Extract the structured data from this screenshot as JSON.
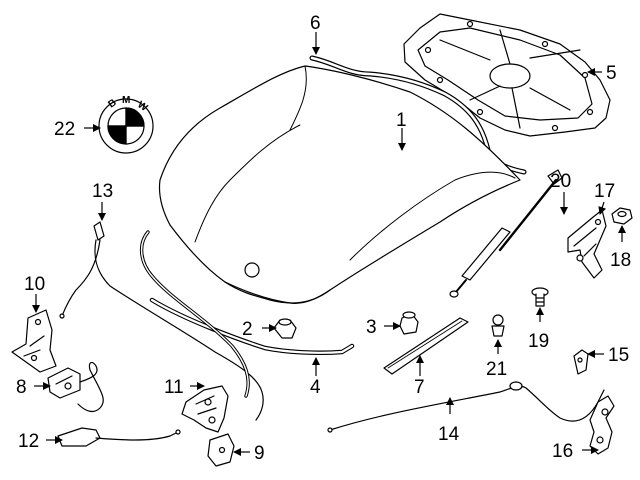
{
  "diagram": {
    "logo": {
      "lettering": "BMW"
    },
    "callouts": [
      {
        "id": "c1",
        "text": "1"
      },
      {
        "id": "c2",
        "text": "2"
      },
      {
        "id": "c3",
        "text": "3"
      },
      {
        "id": "c4",
        "text": "4"
      },
      {
        "id": "c5",
        "text": "5"
      },
      {
        "id": "c6",
        "text": "6"
      },
      {
        "id": "c7",
        "text": "7"
      },
      {
        "id": "c8",
        "text": "8"
      },
      {
        "id": "c9",
        "text": "9"
      },
      {
        "id": "c10",
        "text": "10"
      },
      {
        "id": "c11",
        "text": "11"
      },
      {
        "id": "c12",
        "text": "12"
      },
      {
        "id": "c13",
        "text": "13"
      },
      {
        "id": "c14",
        "text": "14"
      },
      {
        "id": "c15",
        "text": "15"
      },
      {
        "id": "c16",
        "text": "16"
      },
      {
        "id": "c17",
        "text": "17"
      },
      {
        "id": "c18",
        "text": "18"
      },
      {
        "id": "c19",
        "text": "19"
      },
      {
        "id": "c20",
        "text": "20"
      },
      {
        "id": "c21",
        "text": "21"
      },
      {
        "id": "c22",
        "text": "22"
      }
    ]
  },
  "colors": {
    "stroke": "#000000",
    "background": "#ffffff",
    "fill": "#ffffff"
  }
}
